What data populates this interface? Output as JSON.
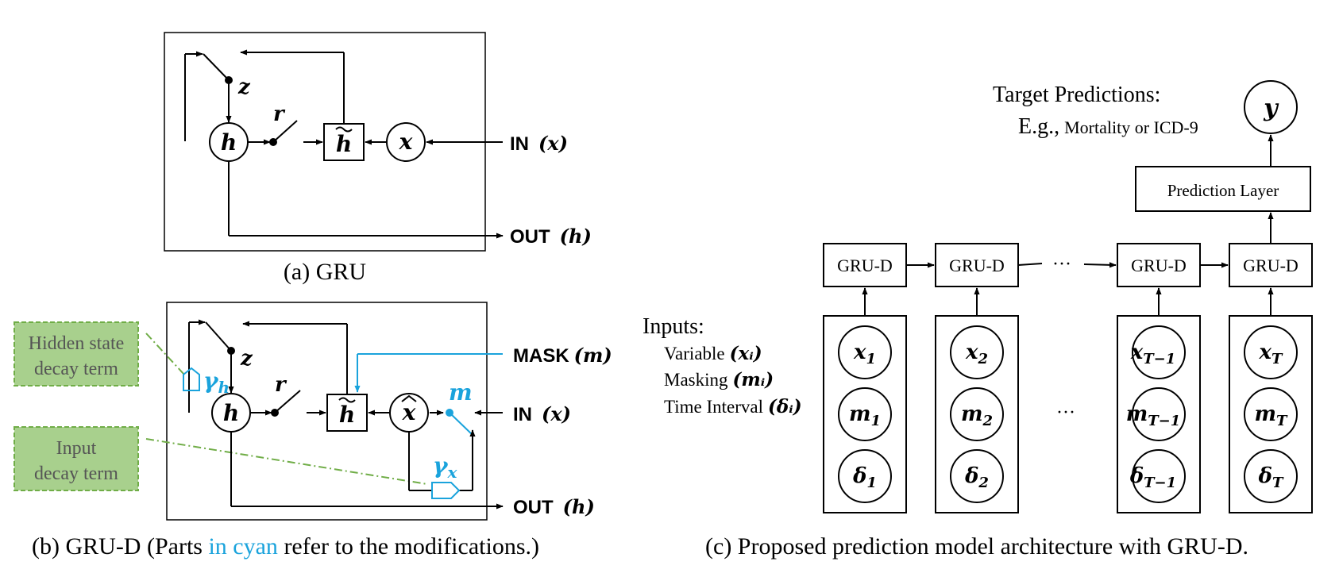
{
  "panel_a": {
    "caption": "(a) GRU",
    "z": "z",
    "r": "r",
    "h": "h",
    "htilde": "h",
    "x": "x",
    "in_label": "IN",
    "in_var": "(x)",
    "out_label": "OUT",
    "out_var": "(h)"
  },
  "panel_b": {
    "caption_pre": "(b) GRU-D (Parts ",
    "caption_cyan": "in cyan",
    "caption_post": " refer to the modifications.)",
    "z": "z",
    "r": "r",
    "h": "h",
    "htilde": "h",
    "xhat": "x",
    "m": "m",
    "gamma_h": "γ",
    "gamma_h_sub": "h",
    "gamma_x": "γ",
    "gamma_x_sub": "x",
    "mask_label": "MASK",
    "mask_var": "(m)",
    "in_label": "IN",
    "in_var": "(x)",
    "out_label": "OUT",
    "out_var": "(h)",
    "hidden_decay_line1": "Hidden state",
    "hidden_decay_line2": "decay term",
    "input_decay_line1": "Input",
    "input_decay_line2": "decay term",
    "cyan_color": "#1aa3dc",
    "green_color": "#a8d08d"
  },
  "panel_c": {
    "caption": "(c) Proposed prediction model architecture with GRU-D.",
    "target_title": "Target Predictions:",
    "target_eg": "E.g.,",
    "target_eg_detail": "Mortality or ICD-9",
    "y": "y",
    "prediction_layer": "Prediction Layer",
    "gru_d": "GRU-D",
    "ellipsis": "···",
    "inputs_title": "Inputs:",
    "input_variable": "Variable",
    "input_variable_sym": "(xᵢ)",
    "input_masking": "Masking",
    "input_masking_sym": "(mᵢ)",
    "input_time": "Time Interval",
    "input_time_sym": "(δᵢ)",
    "columns": [
      {
        "x": "x",
        "xs": "1",
        "m": "m",
        "ms": "1",
        "d": "δ",
        "ds": "1"
      },
      {
        "x": "x",
        "xs": "2",
        "m": "m",
        "ms": "2",
        "d": "δ",
        "ds": "2"
      },
      {
        "x": "x",
        "xs": "T−1",
        "m": "m",
        "ms": "T−1",
        "d": "δ",
        "ds": "T−1"
      },
      {
        "x": "x",
        "xs": "T",
        "m": "m",
        "ms": "T",
        "d": "δ",
        "ds": "T"
      }
    ]
  }
}
